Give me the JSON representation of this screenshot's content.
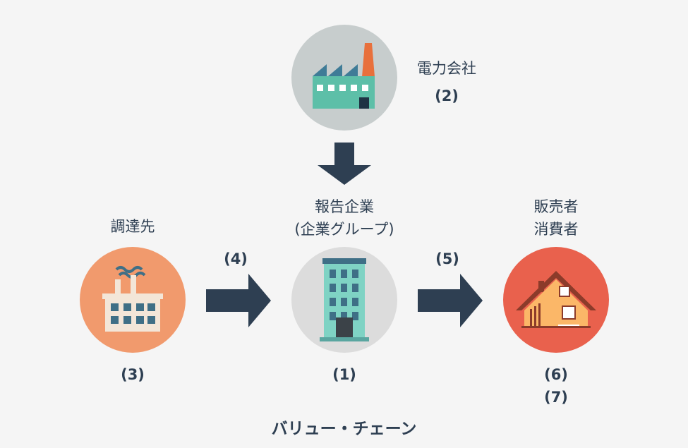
{
  "nodes": {
    "power_company": {
      "label": "電力会社",
      "number": "(2)",
      "color": "#c7cdcd"
    },
    "reporting_company": {
      "label_line1": "報告企業",
      "label_line2": "(企業グループ)",
      "number": "(1)",
      "color": "#dcdcdc"
    },
    "supplier": {
      "label": "調達先",
      "number": "(3)",
      "color": "#f19a6d"
    },
    "seller_consumer": {
      "label_line1": "販売者",
      "label_line2": "消費者",
      "number_line1": "(6)",
      "number_line2": "(7)",
      "color": "#e9614d"
    }
  },
  "arrows": {
    "supplier_to_company": {
      "label": "(4)"
    },
    "company_to_consumer": {
      "label": "(5)"
    }
  },
  "footer": {
    "title": "バリュー・チェーン"
  },
  "colors": {
    "arrow": "#2e3f52",
    "text": "#2e3f52",
    "background": "#f5f5f5"
  }
}
